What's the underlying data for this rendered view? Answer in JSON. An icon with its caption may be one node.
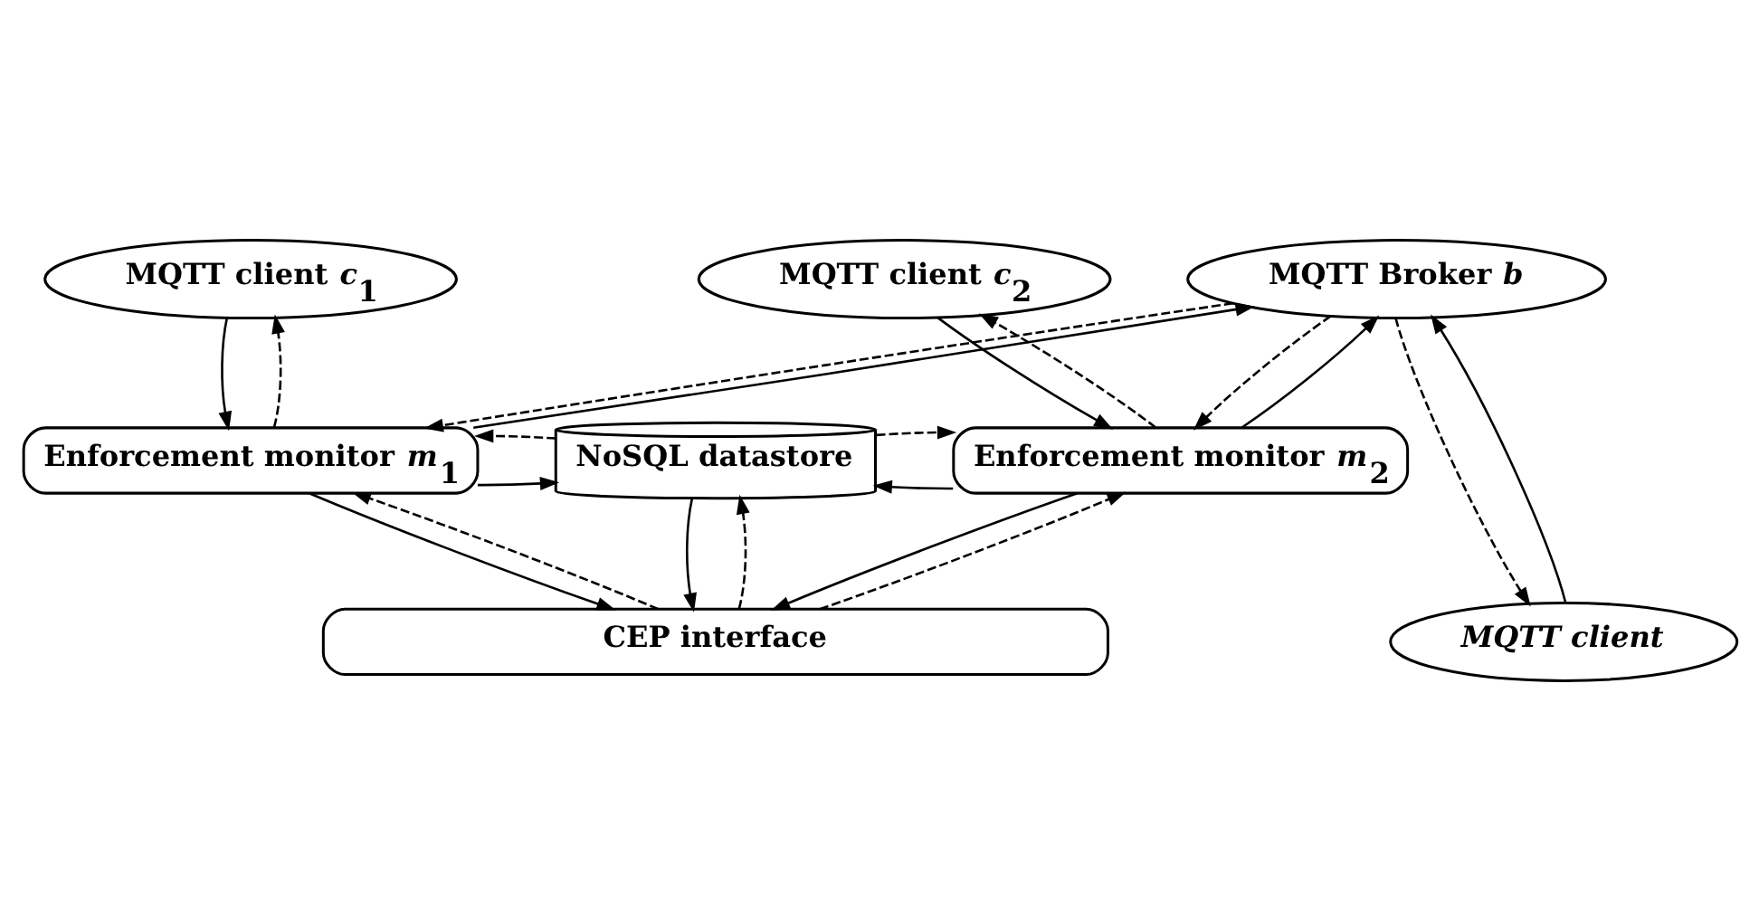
{
  "diagram": {
    "nodes": [
      {
        "text": [
          "MQTT client *c*$_{1}$"
        ]
      },
      {
        "text": [
          "MQTT Broker *b*"
        ]
      },
      {
        "text": [
          "MQTT client *c*$_{2}$"
        ]
      },
      {
        "text": [
          "Enforcement monitor *m*$_{1}$"
        ]
      },
      {
        "text": [
          "NoSQL datastore"
        ]
      },
      {
        "text": [
          "Enforcement monitor *m*$_{2}$"
        ]
      },
      {
        "text": [
          "CEP interface"
        ]
      },
      {
        "text": [
          "*MQTT client*"
        ]
      }
    ],
    "edges": [
      {
        "from": 0,
        "to": 3,
        "arrow": "to"
      },
      {
        "from": 3,
        "to": 0,
        "arrow": "to",
        "style": "dashed"
      },
      {
        "from": 3,
        "to": 1,
        "arrow": "to"
      },
      {
        "from": 1,
        "to": 3,
        "arrow": "to",
        "style": "dashed"
      },
      {
        "from": 5,
        "to": 1,
        "arrow": "to"
      },
      {
        "from": 1,
        "to": 5,
        "arrow": "to",
        "style": "dashed"
      },
      {
        "from": 2,
        "to": 5,
        "arrow": "to"
      },
      {
        "from": 5,
        "to": 2,
        "arrow": "to",
        "style": "dashed"
      },
      {
        "from": 3,
        "to": 4,
        "arrow": "to"
      },
      {
        "from": 4,
        "to": 3,
        "arrow": "to",
        "style": "dashed"
      },
      {
        "from": 5,
        "to": 4,
        "arrow": "to"
      },
      {
        "from": 4,
        "to": 5,
        "arrow": "to",
        "style": "dashed"
      },
      {
        "from": 3,
        "to": 6,
        "arrow": "to"
      },
      {
        "from": 6,
        "to": 3,
        "arrow": "to",
        "style": "dashed"
      },
      {
        "from": 4,
        "to": 6,
        "arrow": "to"
      },
      {
        "from": 6,
        "to": 4,
        "arrow": "to",
        "style": "dashed"
      },
      {
        "from": 5,
        "to": 6,
        "arrow": "to"
      },
      {
        "from": 6,
        "to": 5,
        "arrow": "to",
        "style": "dashed"
      },
      {
        "from": 7,
        "to": 1,
        "arrow": "to"
      },
      {
        "from": 1,
        "to": 7,
        "arrow": "to",
        "style": "dashed"
      }
    ]
  }
}
